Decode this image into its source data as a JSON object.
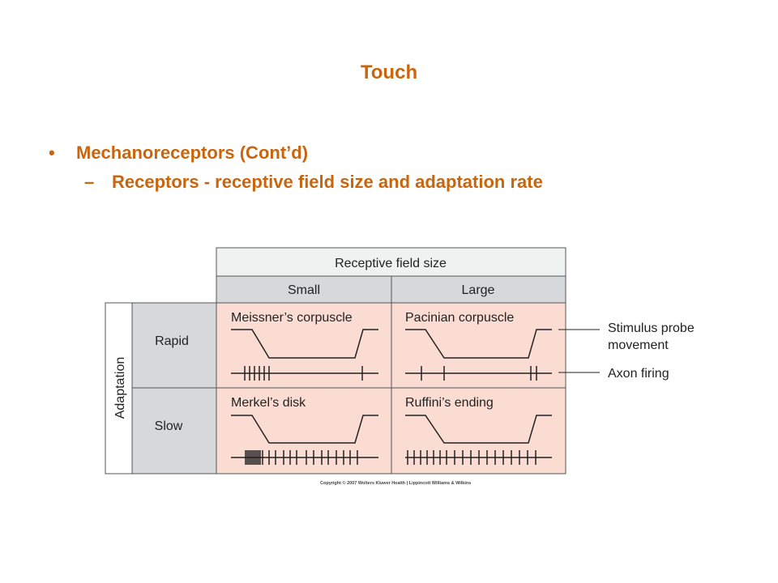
{
  "slide": {
    "title": "Touch",
    "bullet_marker": "•",
    "bullet": "Mechanoreceptors (Cont’d)",
    "sub_dash": "–",
    "sub_bullet": "Receptors - receptive field size and adaptation rate"
  },
  "diagram": {
    "header": "Receptive field size",
    "columns": [
      "Small",
      "Large"
    ],
    "row_axis_label": "Adaptation",
    "rows": [
      "Rapid",
      "Slow"
    ],
    "cells": [
      [
        "Meissner’s corpuscle",
        "Pacinian corpuscle"
      ],
      [
        "Merkel’s disk",
        "Ruffini’s ending"
      ]
    ],
    "callouts": {
      "stimulus_line1": "Stimulus probe",
      "stimulus_line2": "movement",
      "axon": "Axon firing"
    },
    "copyright": "Copyright © 2007 Wolters Kluwer Health | Lippincott Williams & Wilkins"
  },
  "colors": {
    "accent": "#c8660f",
    "cell_fill": "#fbdcd3",
    "header_fill": "#d7d8da",
    "top_header_fill": "#f0f1f1"
  }
}
